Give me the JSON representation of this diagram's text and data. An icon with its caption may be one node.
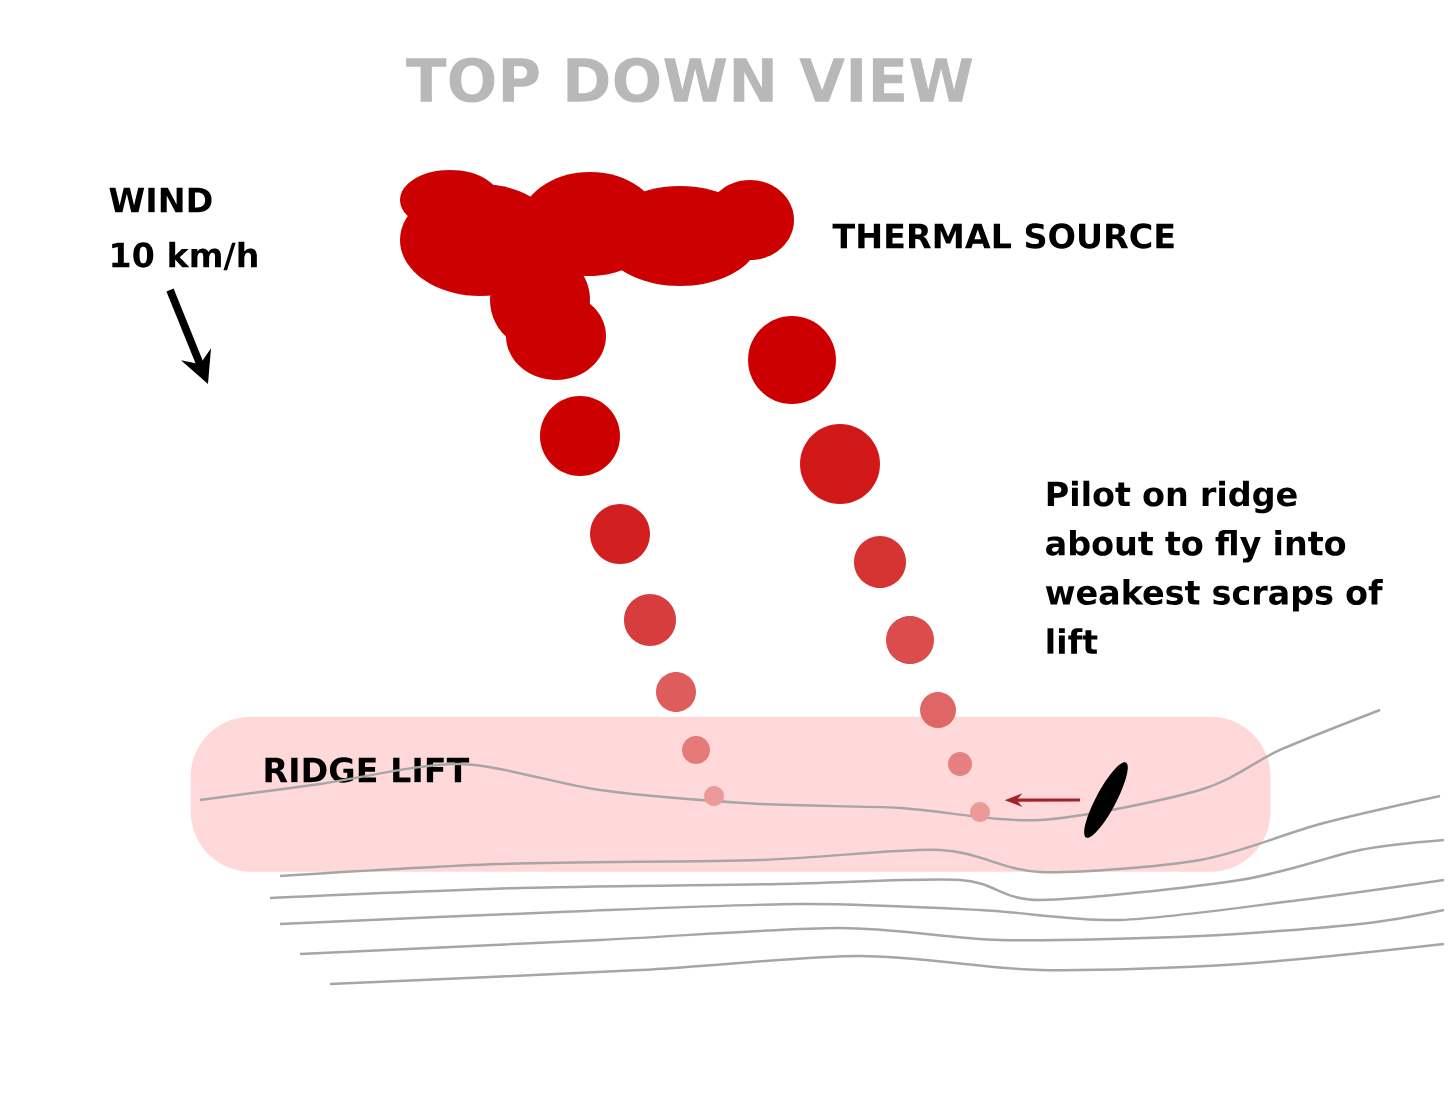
{
  "diagram": {
    "title": "TOP DOWN VIEW",
    "nodes": [
      {
        "text": [
          "THERMAL SOURCE"
        ]
      },
      {
        "text": [
          "RIDGE LIFT"
        ]
      },
      {
        "text": [],
        "shape": "ellipse",
        "in": 1
      }
    ],
    "edges": [
      {
        "from": 2,
        "to": 1,
        "arrow": "to",
        "color": "#a3232a"
      }
    ],
    "labels": [
      "WIND",
      "10 km/h",
      "Pilot on ridge about to fly into weakest scraps of lift"
    ]
  }
}
